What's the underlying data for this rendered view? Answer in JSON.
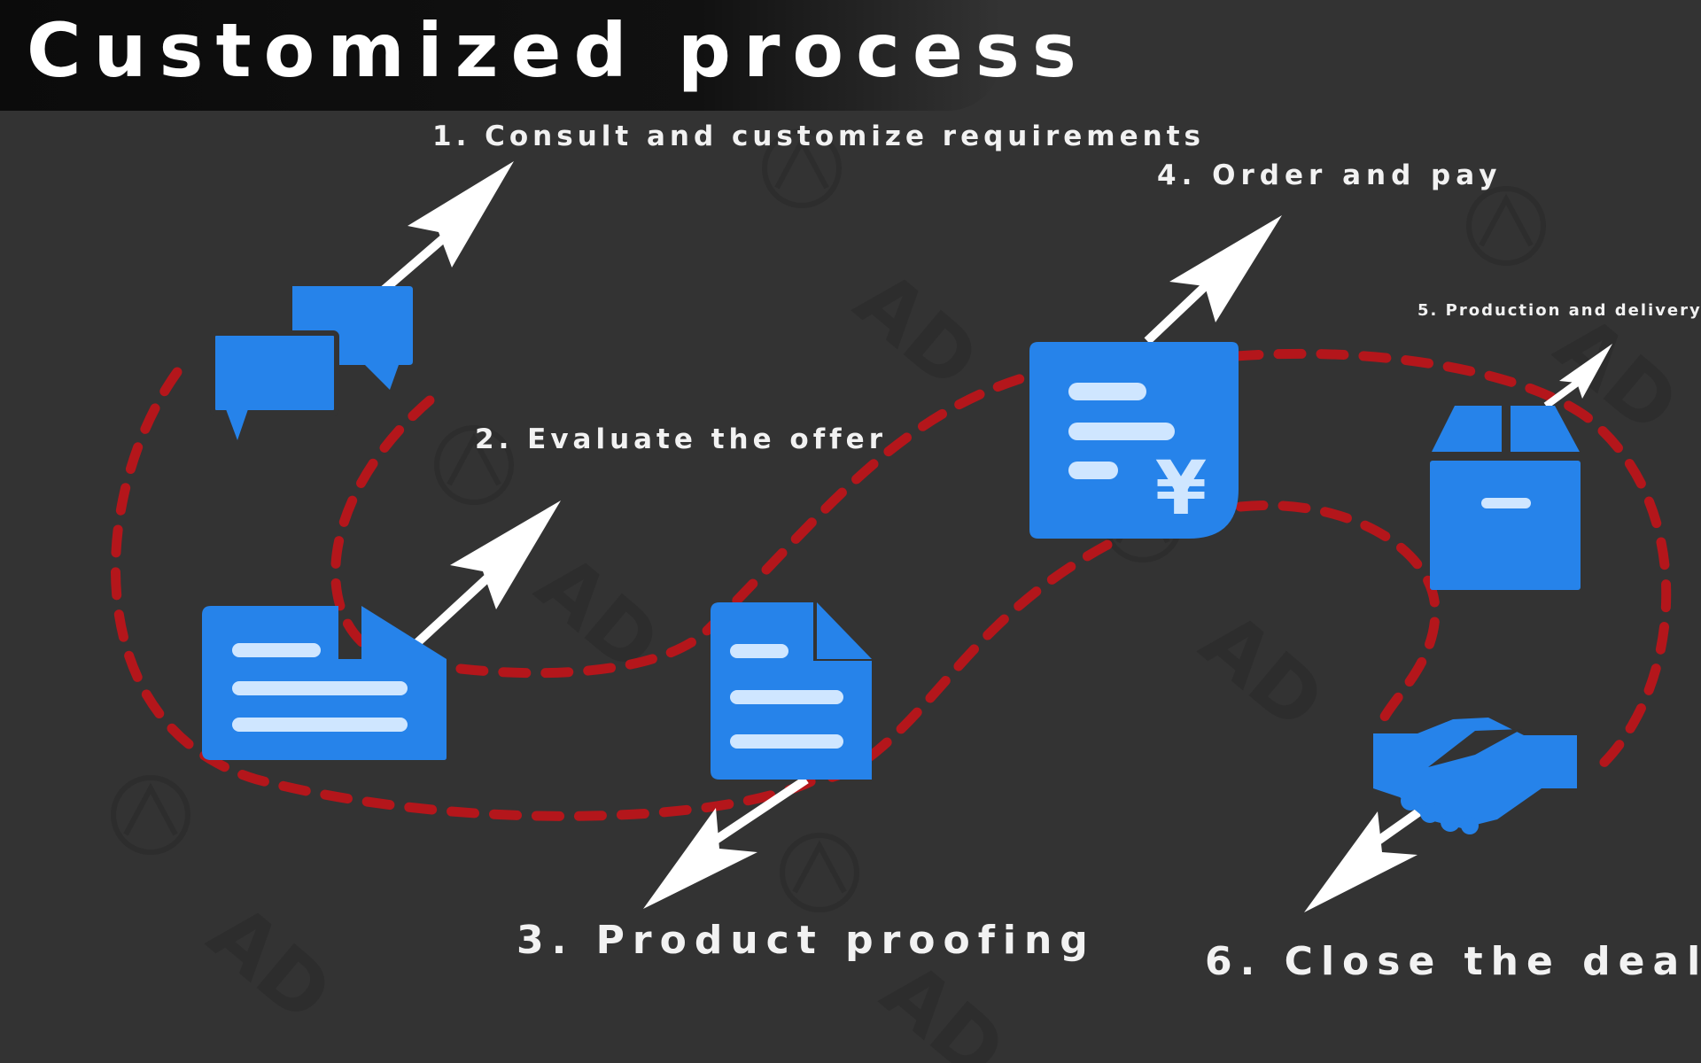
{
  "title": "Customized process",
  "steps": [
    {
      "label": "1. Consult and customize requirements",
      "icon": "chat-bubbles-icon"
    },
    {
      "label": "2. Evaluate the offer",
      "icon": "document-list-icon"
    },
    {
      "label": "3. Product proofing",
      "icon": "file-page-icon"
    },
    {
      "label": "4. Order and pay",
      "icon": "invoice-yen-icon"
    },
    {
      "label": "5. Production and delivery",
      "icon": "package-box-icon"
    },
    {
      "label": "6. Close the deal",
      "icon": "handshake-icon"
    }
  ],
  "invoice_symbol": "¥",
  "watermark": "AD",
  "colors": {
    "background": "#333333",
    "icon_blue": "#2683ea",
    "icon_line": "#cfe6ff",
    "loop_red": "#b4161b",
    "arrow": "#ffffff"
  }
}
